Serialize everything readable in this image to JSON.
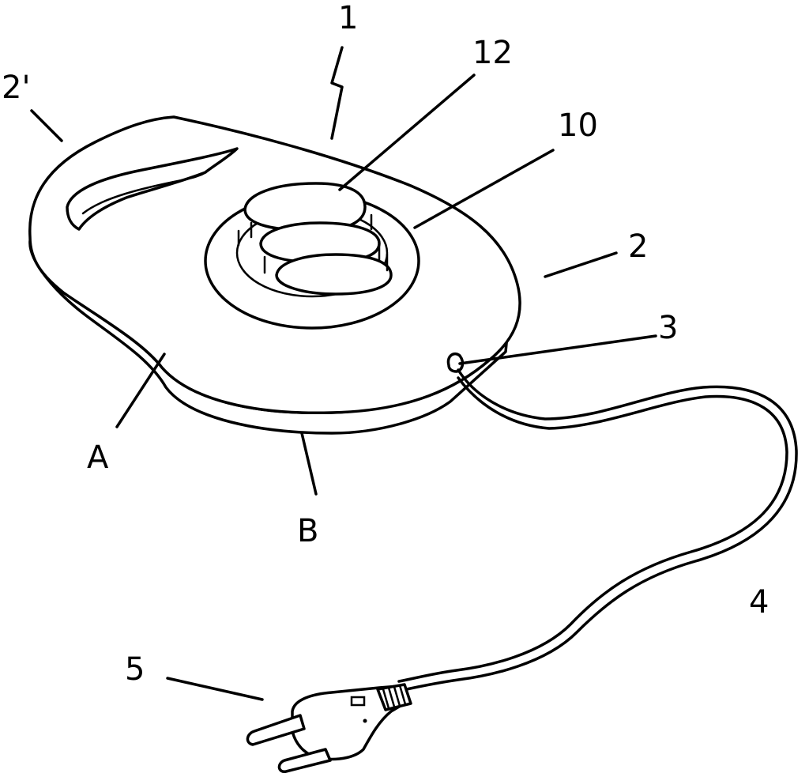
{
  "figure": {
    "labels": {
      "device": "1",
      "handle_end": "2'",
      "base": "2",
      "cord_exit": "3",
      "cord": "4",
      "plug": "5",
      "connector_ring": "10",
      "connector_center": "12",
      "top_surface": "A",
      "side_edge": "B"
    }
  }
}
